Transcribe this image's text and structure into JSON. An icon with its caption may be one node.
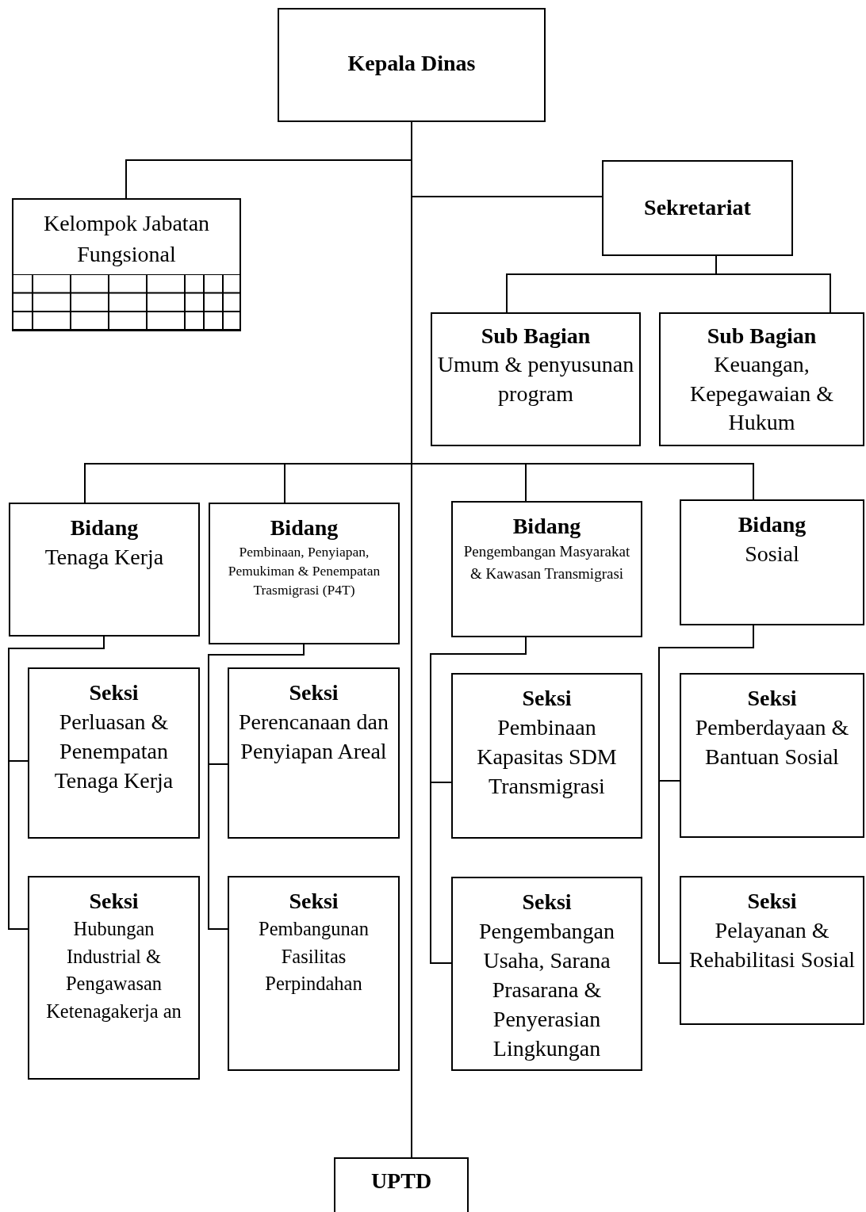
{
  "diagram": {
    "nodes": [
      {
        "text": [
          "Kepala Dinas"
        ]
      },
      {
        "text": [
          "Kelompok Jabatan Fungsional"
        ]
      },
      {
        "text": [
          "Sekretariat"
        ]
      },
      {
        "text": [
          "Sub Bagian",
          "Umum & penyusunan program"
        ]
      },
      {
        "text": [
          "Sub Bagian",
          "Keuangan, Kepegawaian & Hukum"
        ]
      },
      {
        "text": [
          "Bidang",
          "Tenaga Kerja"
        ]
      },
      {
        "text": [
          "Bidang",
          "Pembinaan, Penyiapan, Pemukiman & Penempatan Trasmigrasi (P4T)"
        ]
      },
      {
        "text": [
          "Bidang",
          "Pengembangan Masyarakat & Kawasan Transmigrasi"
        ]
      },
      {
        "text": [
          "Bidang",
          "Sosial"
        ]
      },
      {
        "text": [
          "Seksi",
          "Perluasan & Penempatan Tenaga Kerja"
        ]
      },
      {
        "text": [
          "Seksi",
          "Hubungan Industrial & Pengawasan Ketenagakerja an"
        ]
      },
      {
        "text": [
          "Seksi",
          "Perencanaan dan Penyiapan Areal"
        ]
      },
      {
        "text": [
          "Seksi",
          "Pembangunan Fasilitas Perpindahan"
        ]
      },
      {
        "text": [
          "Seksi",
          "Pembinaan Kapasitas SDM Transmigrasi"
        ]
      },
      {
        "text": [
          "Seksi",
          "Pengembangan Usaha, Sarana Prasarana & Penyerasian Lingkungan"
        ]
      },
      {
        "text": [
          "Seksi",
          "Pemberdayaan & Bantuan Sosial"
        ]
      },
      {
        "text": [
          "Seksi",
          "Pelayanan & Rehabilitasi Sosial"
        ]
      },
      {
        "text": [
          "UPTD"
        ]
      }
    ],
    "edges": [
      {
        "from": 0,
        "to": 1,
        "arrow": "none"
      },
      {
        "from": 0,
        "to": 2,
        "arrow": "none"
      },
      {
        "from": 2,
        "to": 3,
        "arrow": "none"
      },
      {
        "from": 2,
        "to": 4,
        "arrow": "none"
      },
      {
        "from": 0,
        "to": 5,
        "arrow": "none"
      },
      {
        "from": 0,
        "to": 6,
        "arrow": "none"
      },
      {
        "from": 0,
        "to": 7,
        "arrow": "none"
      },
      {
        "from": 0,
        "to": 8,
        "arrow": "none"
      },
      {
        "from": 5,
        "to": 9,
        "arrow": "none"
      },
      {
        "from": 5,
        "to": 10,
        "arrow": "none"
      },
      {
        "from": 6,
        "to": 11,
        "arrow": "none"
      },
      {
        "from": 6,
        "to": 12,
        "arrow": "none"
      },
      {
        "from": 7,
        "to": 13,
        "arrow": "none"
      },
      {
        "from": 7,
        "to": 14,
        "arrow": "none"
      },
      {
        "from": 8,
        "to": 15,
        "arrow": "none"
      },
      {
        "from": 8,
        "to": 16,
        "arrow": "none"
      },
      {
        "from": 0,
        "to": 17,
        "arrow": "none"
      }
    ]
  }
}
